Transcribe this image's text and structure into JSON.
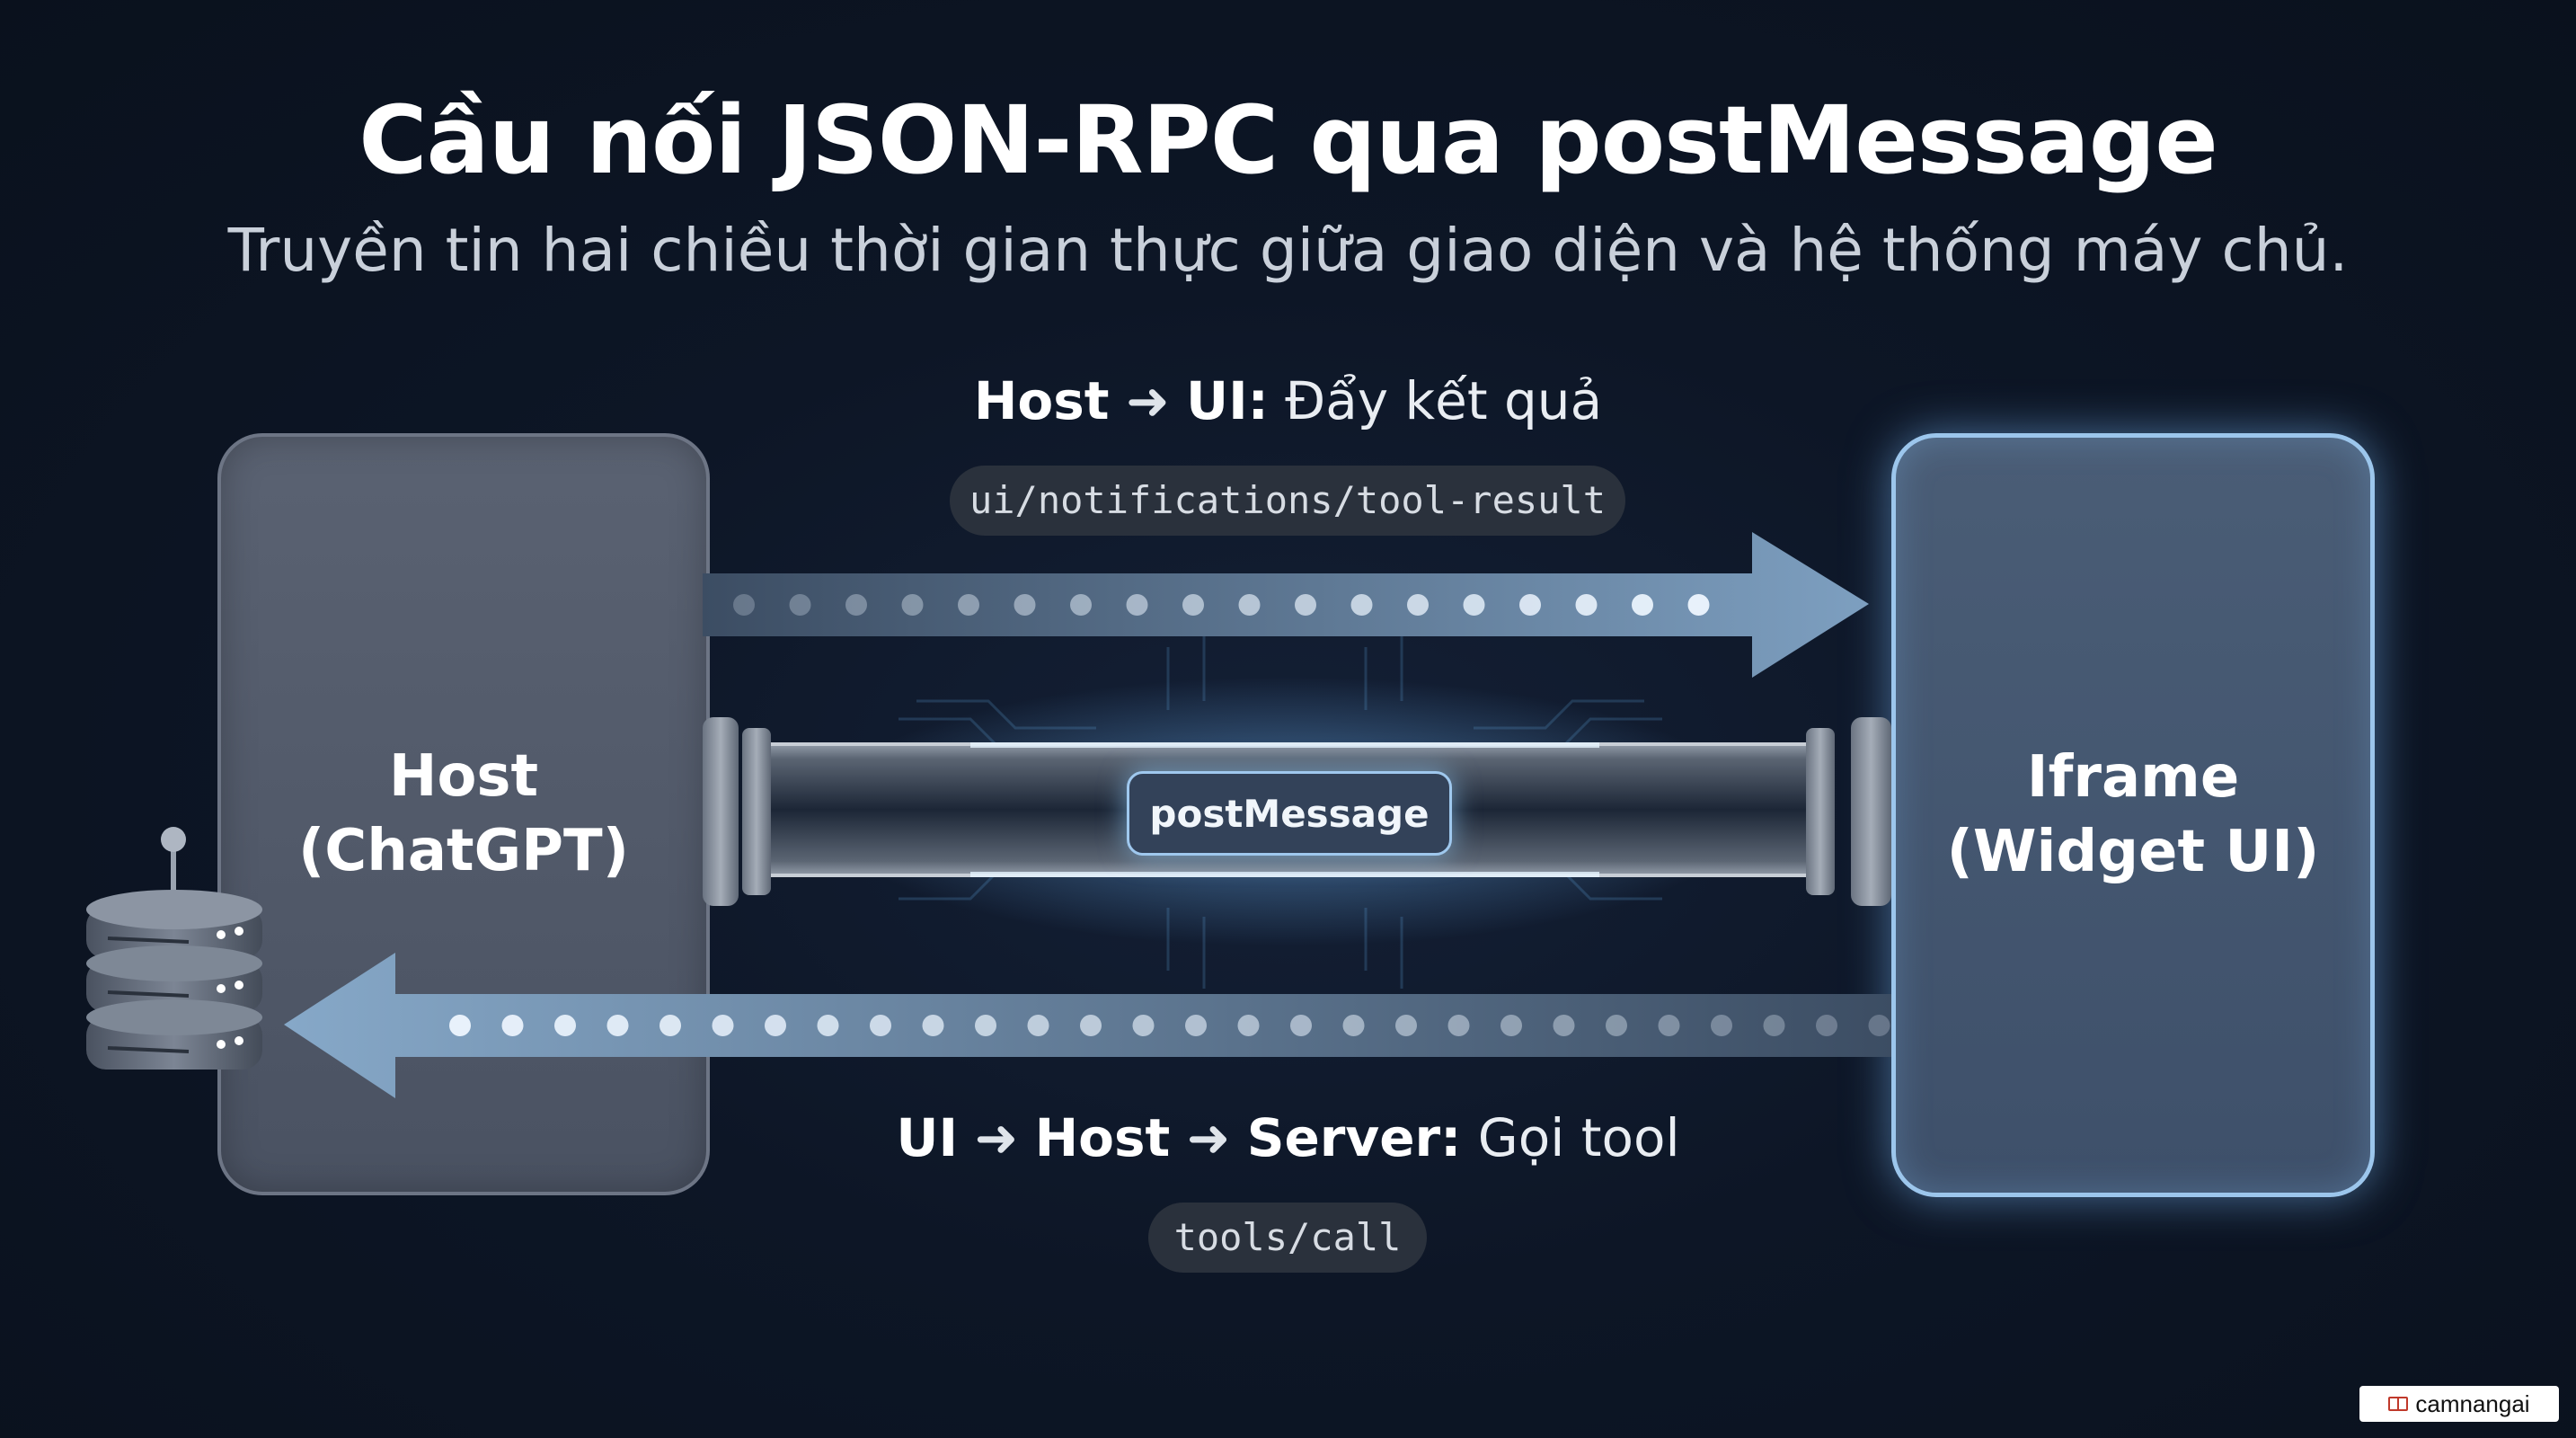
{
  "title": "Cầu nối JSON-RPC qua postMessage",
  "subtitle": "Truyền tin hai chiều thời gian thực giữa giao diện và hệ thống máy chủ.",
  "top_flow": {
    "from": "Host",
    "arrow": "➜",
    "to": "UI:",
    "action": "Đẩy kết quả",
    "method": "ui/notifications/tool-result"
  },
  "bottom_flow": {
    "from": "UI",
    "arrow1": "➜",
    "via": "Host",
    "arrow2": "➜",
    "to": "Server:",
    "action": "Gọi tool",
    "method": "tools/call"
  },
  "host_box": {
    "line1": "Host",
    "line2": "(ChatGPT)"
  },
  "iframe_box": {
    "line1": "Iframe",
    "line2": "(Widget UI)"
  },
  "channel_label": "postMessage",
  "watermark": "camnangai",
  "colors": {
    "background": "#0b1220",
    "host_box": "#535b6b",
    "iframe_glow": "#9cc6ec",
    "arrow": "#6f8fae",
    "dot": "#e8f1fb"
  },
  "icons": {
    "server": "server-database-icon",
    "arrow_right": "arrow-right-icon",
    "arrow_left": "arrow-left-icon"
  }
}
